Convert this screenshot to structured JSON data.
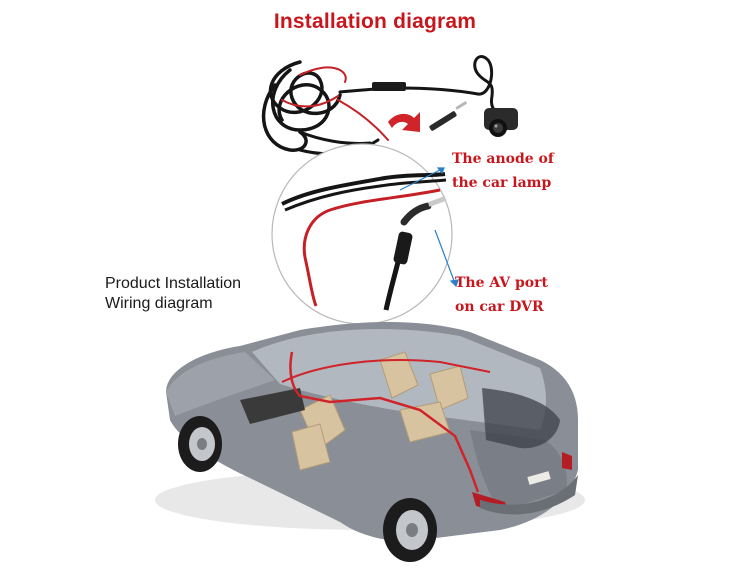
{
  "title": "Installation diagram",
  "side_label": {
    "line1": "Product Installation",
    "line2": "Wiring diagram"
  },
  "callouts": {
    "anode": {
      "line1": "The anode of",
      "line2": "the car lamp"
    },
    "av_port": {
      "line1": "The AV port",
      "line2": "on car DVR"
    }
  },
  "colors": {
    "title": "#c8161d",
    "callout_text": "#c8161d",
    "wire_red": "#d0232a",
    "wire_black": "#151515",
    "pointer_line": "#2b7fc4",
    "car_body": "#8a8f97",
    "seats": "#d8c3a0"
  }
}
